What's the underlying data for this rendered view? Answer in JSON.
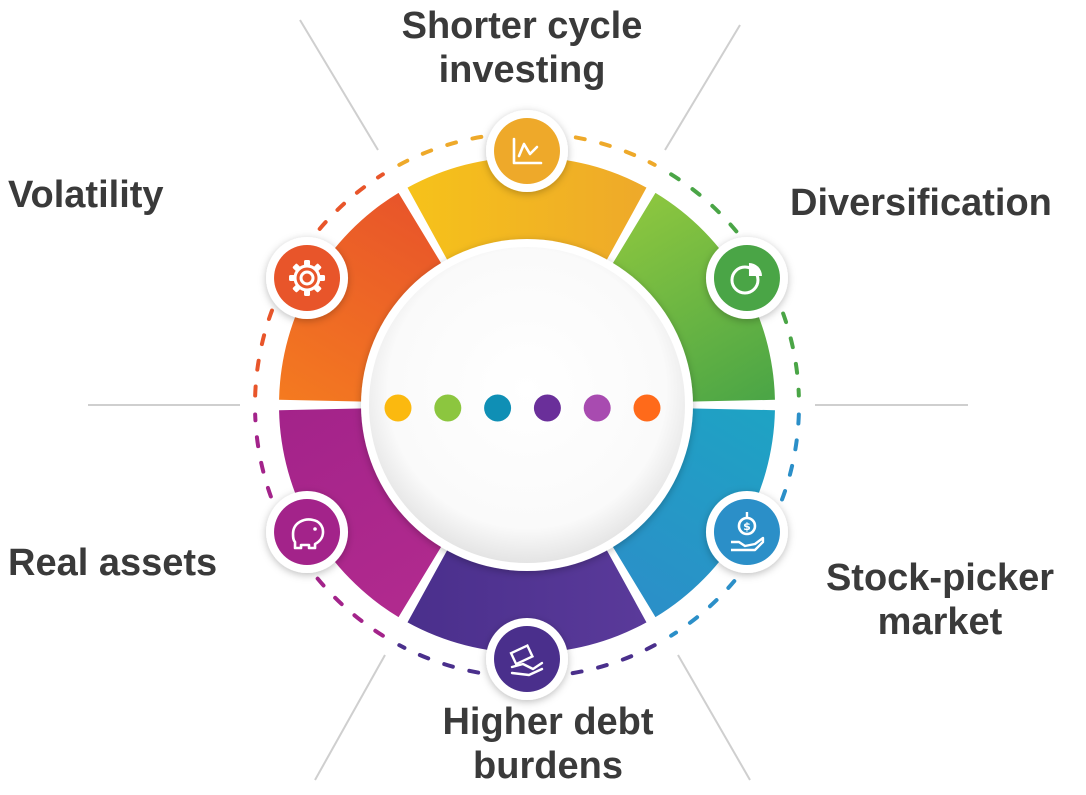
{
  "segments": [
    {
      "id": "shorter-cycle",
      "lines": [
        "Shorter cycle",
        "investing"
      ],
      "icon": "line-chart-icon",
      "color_a": "#f6c21a",
      "color_b": "#eea92a"
    },
    {
      "id": "diversification",
      "lines": [
        "Diversification"
      ],
      "icon": "pie-chart-icon",
      "color_a": "#8cc63f",
      "color_b": "#4aa546"
    },
    {
      "id": "stock-picker",
      "lines": [
        "Stock-picker",
        "market"
      ],
      "icon": "money-hand-icon",
      "color_a": "#1ea3c4",
      "color_b": "#2b8fc8"
    },
    {
      "id": "higher-debt",
      "lines": [
        "Higher debt",
        "burdens"
      ],
      "icon": "cash-hand-icon",
      "color_a": "#5a3a9a",
      "color_b": "#4a2f8c"
    },
    {
      "id": "real-assets",
      "lines": [
        "Real assets"
      ],
      "icon": "piggy-bank-icon",
      "color_a": "#b12a8e",
      "color_b": "#a3238a"
    },
    {
      "id": "volatility",
      "lines": [
        "Volatility"
      ],
      "icon": "gear-icon",
      "color_a": "#f47a20",
      "color_b": "#e8552a"
    }
  ],
  "dots": [
    "#fbb90f",
    "#8cc63f",
    "#0f8fb5",
    "#6a2f9a",
    "#a84bb0",
    "#ff6a1a"
  ],
  "text_color": "#3a3a3a"
}
